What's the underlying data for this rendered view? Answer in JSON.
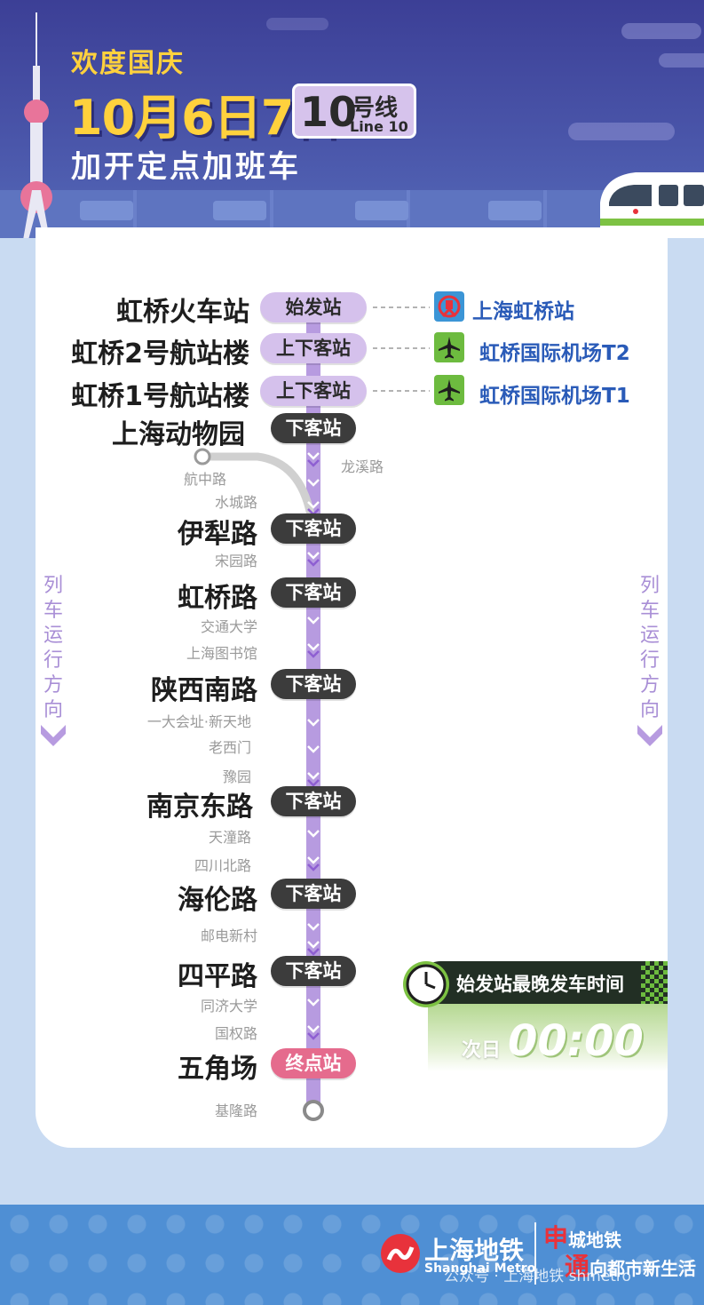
{
  "header": {
    "title_small": "欢度国庆",
    "title_date": "10月6日7日",
    "title_sub": "加开定点加班车",
    "line_number": "10",
    "line_cn": "号线",
    "line_en": "Line 10"
  },
  "colors": {
    "header_bg": "#3c3f96",
    "title_yellow": "#ffd13d",
    "line_purple": "#b79be0",
    "pill_light": "#d5c1ec",
    "pill_dark": "#3c3c3c",
    "pill_terminal": "#e56b8d",
    "transfer_text": "#2a5bb8",
    "airport_green": "#6dbb3f",
    "rail_blue": "#3b95d6"
  },
  "stations": [
    {
      "name": "虹桥火车站",
      "tag": "始发站",
      "style": "light",
      "transfer": "上海虹桥站",
      "transfer_icon": "railway-station-icon"
    },
    {
      "name": "虹桥2号航站楼",
      "tag": "上下客站",
      "style": "light",
      "transfer": "虹桥国际机场T2",
      "transfer_icon": "airplane-icon"
    },
    {
      "name": "虹桥1号航站楼",
      "tag": "上下客站",
      "style": "light",
      "transfer": "虹桥国际机场T1",
      "transfer_icon": "airplane-icon"
    },
    {
      "name": "上海动物园",
      "tag": "下客站",
      "style": "dark"
    },
    {
      "name": "伊犁路",
      "tag": "下客站",
      "style": "dark"
    },
    {
      "name": "虹桥路",
      "tag": "下客站",
      "style": "dark"
    },
    {
      "name": "陕西南路",
      "tag": "下客站",
      "style": "dark"
    },
    {
      "name": "南京东路",
      "tag": "下客站",
      "style": "dark"
    },
    {
      "name": "海伦路",
      "tag": "下客站",
      "style": "dark"
    },
    {
      "name": "四平路",
      "tag": "下客站",
      "style": "dark"
    },
    {
      "name": "五角场",
      "tag": "终点站",
      "style": "pink"
    }
  ],
  "minor_stations": {
    "longxi": "龙溪路",
    "hangzhong": "航中路",
    "shuicheng": "水城路",
    "songyuan": "宋园路",
    "jiaotong": "交通大学",
    "library": "上海图书馆",
    "xintiandi": "一大会址·新天地",
    "laoximen": "老西门",
    "yuyuan": "豫园",
    "tiantong": "天潼路",
    "sichuan": "四川北路",
    "youdian": "邮电新村",
    "tongji": "同济大学",
    "guoquan": "国权路",
    "jilong": "基隆路"
  },
  "direction_label": "列车运行方向",
  "last_train": {
    "label": "始发站最晚发车时间",
    "day": "次日",
    "time": "00:00"
  },
  "footer": {
    "logo_cn": "上海地铁",
    "logo_en": "Shanghai Metro",
    "slogan1_big": "申",
    "slogan1_small": "城地铁",
    "slogan2_big": "通",
    "slogan2_small": "向都市新生活",
    "watermark": "公众号 · 上海地铁 shmetro"
  }
}
